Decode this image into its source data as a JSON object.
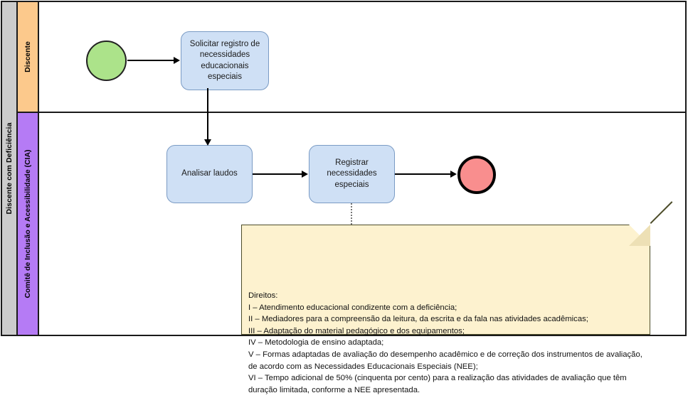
{
  "diagram": {
    "type": "bpmn-process-flow",
    "pool": {
      "label": "Discente com Deficiência",
      "header_color": "#cccccc",
      "border_color": "#1a1a1a"
    },
    "lanes": [
      {
        "id": "discente",
        "label": "Discente",
        "header_color": "#fcc98c"
      },
      {
        "id": "cia",
        "label": "Comitê de Inclusão e Acessibilidade (CIA)",
        "header_color": "#b57bf5"
      }
    ],
    "nodes": [
      {
        "id": "start-event",
        "kind": "start-event",
        "label": "",
        "lane": "discente",
        "fill": "#ace38a"
      },
      {
        "id": "task-solicitar",
        "kind": "task",
        "label": "Solicitar registro de necessidades educacionais especiais",
        "lane": "discente",
        "fill": "#cfe0f5"
      },
      {
        "id": "task-analisar",
        "kind": "task",
        "label": "Analisar laudos",
        "lane": "cia",
        "fill": "#cfe0f5"
      },
      {
        "id": "task-registrar",
        "kind": "task",
        "label": "Registrar necessidades especiais",
        "lane": "cia",
        "fill": "#cfe0f5"
      },
      {
        "id": "end-event",
        "kind": "end-event",
        "label": "",
        "lane": "cia",
        "fill": "#f98e8e"
      }
    ],
    "annotation": {
      "id": "annotation-direitos",
      "fill": "#fdf2cf",
      "border": "#4d4d2a",
      "text": "Direitos:\nI – Atendimento educacional condizente com a deficiência;\nII – Mediadores para a compreensão da leitura, da escrita e da fala nas atividades acadêmicas;\nIII – Adaptação do material pedagógico e dos equipamentos;\nIV – Metodologia de ensino adaptada;\nV – Formas adaptadas de avaliação do desempenho acadêmico e de correção dos instrumentos de avaliação, de acordo com as Necessidades Educacionais Especiais (NEE);\nVI – Tempo adicional de 50% (cinquenta por cento) para a realização das atividades de avaliação que têm duração limitada, conforme a NEE apresentada."
    }
  }
}
